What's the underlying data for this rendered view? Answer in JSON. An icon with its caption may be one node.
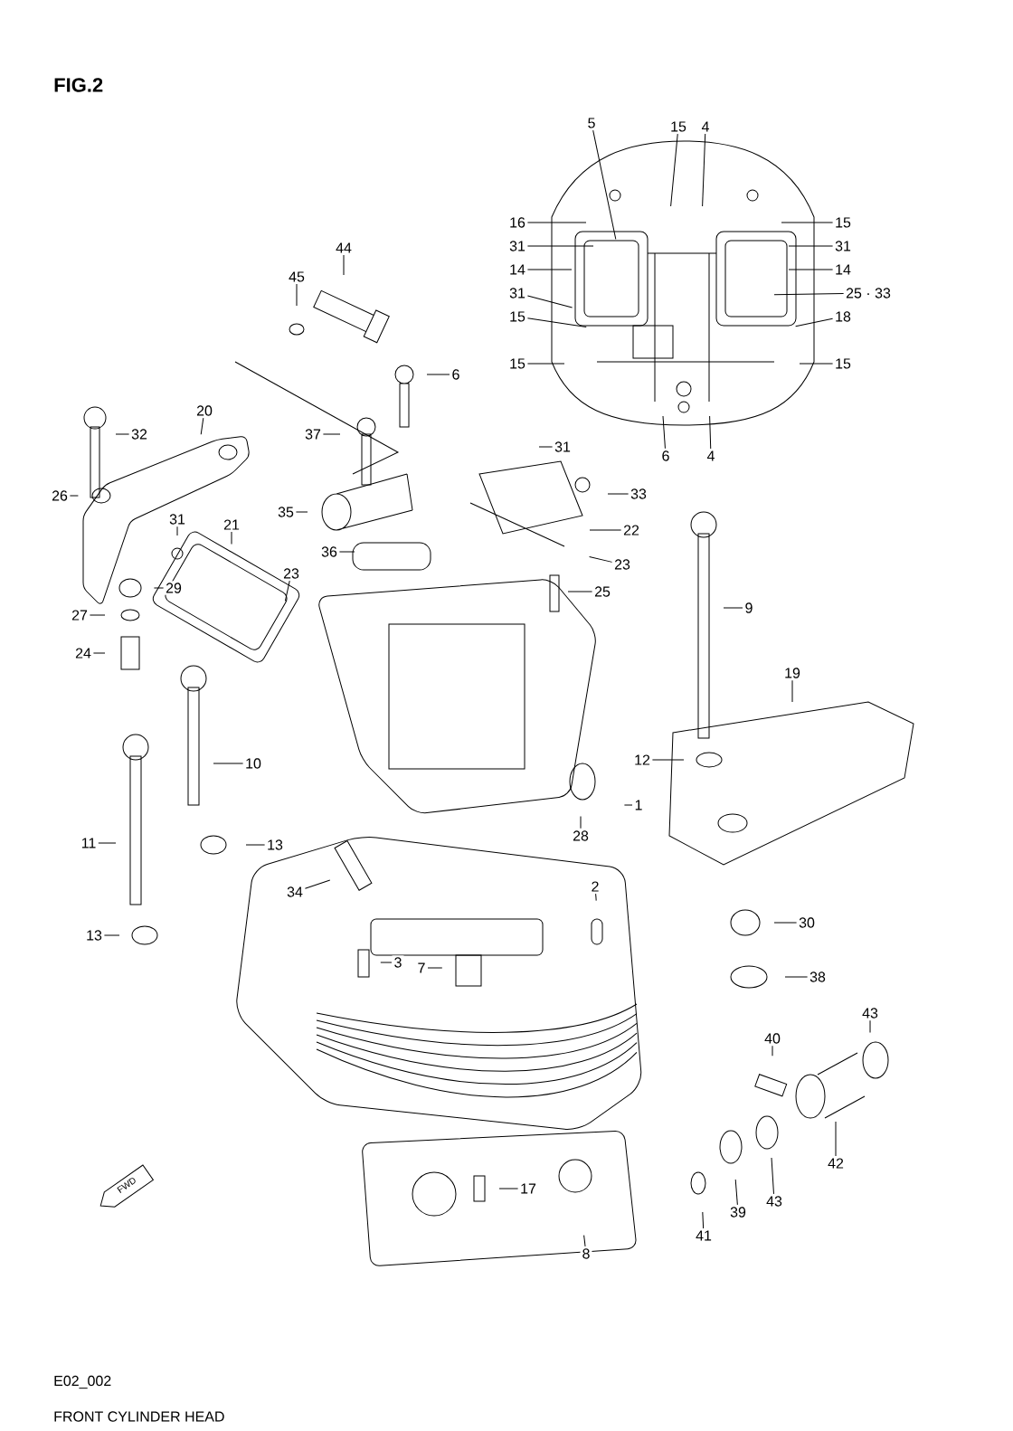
{
  "diagram": {
    "title": "FIG.2",
    "caption": "FRONT CYLINDER HEAD",
    "nodes": [
      {
        "text": [
          "5"
        ]
      },
      {
        "text": [
          "15"
        ]
      },
      {
        "text": [
          "4"
        ]
      },
      {
        "text": [
          "16"
        ]
      },
      {
        "text": [
          "15"
        ]
      },
      {
        "text": [
          "31"
        ]
      },
      {
        "text": [
          "31"
        ]
      },
      {
        "text": [
          "14"
        ]
      },
      {
        "text": [
          "14"
        ]
      },
      {
        "text": [
          "31"
        ]
      },
      {
        "text": [
          "25 · 33"
        ]
      },
      {
        "text": [
          "15"
        ]
      },
      {
        "text": [
          "18"
        ]
      },
      {
        "text": [
          "44"
        ]
      },
      {
        "text": [
          "45"
        ]
      },
      {
        "text": [
          "15"
        ]
      },
      {
        "text": [
          "15"
        ]
      },
      {
        "text": [
          "6"
        ]
      },
      {
        "text": [
          "20"
        ]
      },
      {
        "text": [
          "32"
        ]
      },
      {
        "text": [
          "37"
        ]
      },
      {
        "text": [
          "31"
        ]
      },
      {
        "text": [
          "6"
        ]
      },
      {
        "text": [
          "4"
        ]
      },
      {
        "text": [
          "33"
        ]
      },
      {
        "text": [
          "26"
        ]
      },
      {
        "text": [
          "35"
        ]
      },
      {
        "text": [
          "31"
        ]
      },
      {
        "text": [
          "21"
        ]
      },
      {
        "text": [
          "22"
        ]
      },
      {
        "text": [
          "36"
        ]
      },
      {
        "text": [
          "23"
        ]
      },
      {
        "text": [
          "23"
        ]
      },
      {
        "text": [
          "29"
        ]
      },
      {
        "text": [
          "25"
        ]
      },
      {
        "text": [
          "9"
        ]
      },
      {
        "text": [
          "27"
        ]
      },
      {
        "text": [
          "24"
        ]
      },
      {
        "text": [
          "19"
        ]
      },
      {
        "text": [
          "12"
        ]
      },
      {
        "text": [
          "10"
        ]
      },
      {
        "text": [
          "1"
        ]
      },
      {
        "text": [
          "28"
        ]
      },
      {
        "text": [
          "11"
        ]
      },
      {
        "text": [
          "13"
        ]
      },
      {
        "text": [
          "34"
        ]
      },
      {
        "text": [
          "2"
        ]
      },
      {
        "text": [
          "30"
        ]
      },
      {
        "text": [
          "13"
        ]
      },
      {
        "text": [
          "3"
        ]
      },
      {
        "text": [
          "7"
        ]
      },
      {
        "text": [
          "38"
        ]
      },
      {
        "text": [
          "43"
        ]
      },
      {
        "text": [
          "40"
        ]
      },
      {
        "text": [
          "42"
        ]
      },
      {
        "text": [
          "17"
        ]
      },
      {
        "text": [
          "43"
        ]
      },
      {
        "text": [
          "39"
        ]
      },
      {
        "text": [
          "41"
        ]
      },
      {
        "text": [
          "8"
        ]
      }
    ],
    "edges": [
      {
        "from": 0,
        "to": null,
        "arrow": "none"
      },
      {
        "from": 1,
        "to": null,
        "arrow": "none"
      },
      {
        "from": 2,
        "to": null,
        "arrow": "none"
      },
      {
        "from": 3,
        "to": null,
        "arrow": "none"
      },
      {
        "from": 4,
        "to": null,
        "arrow": "none"
      },
      {
        "from": 5,
        "to": null,
        "arrow": "none"
      },
      {
        "from": 6,
        "to": null,
        "arrow": "none"
      },
      {
        "from": 7,
        "to": null,
        "arrow": "none"
      },
      {
        "from": 8,
        "to": null,
        "arrow": "none"
      },
      {
        "from": 9,
        "to": null,
        "arrow": "none"
      },
      {
        "from": 10,
        "to": null,
        "arrow": "none"
      },
      {
        "from": 11,
        "to": null,
        "arrow": "none"
      },
      {
        "from": 12,
        "to": null,
        "arrow": "none"
      },
      {
        "from": 13,
        "to": null,
        "arrow": "none"
      },
      {
        "from": 14,
        "to": null,
        "arrow": "none"
      },
      {
        "from": 15,
        "to": null,
        "arrow": "none"
      },
      {
        "from": 16,
        "to": null,
        "arrow": "none"
      },
      {
        "from": 17,
        "to": null,
        "arrow": "none"
      },
      {
        "from": 18,
        "to": null,
        "arrow": "none"
      },
      {
        "from": 19,
        "to": null,
        "arrow": "none"
      },
      {
        "from": 20,
        "to": null,
        "arrow": "none"
      },
      {
        "from": 21,
        "to": null,
        "arrow": "none"
      },
      {
        "from": 22,
        "to": null,
        "arrow": "none"
      },
      {
        "from": 23,
        "to": null,
        "arrow": "none"
      },
      {
        "from": 24,
        "to": null,
        "arrow": "none"
      },
      {
        "from": 25,
        "to": null,
        "arrow": "none"
      },
      {
        "from": 26,
        "to": null,
        "arrow": "none"
      },
      {
        "from": 27,
        "to": null,
        "arrow": "none"
      },
      {
        "from": 28,
        "to": null,
        "arrow": "none"
      },
      {
        "from": 29,
        "to": null,
        "arrow": "none"
      },
      {
        "from": 30,
        "to": null,
        "arrow": "none"
      },
      {
        "from": 31,
        "to": null,
        "arrow": "none"
      },
      {
        "from": 32,
        "to": null,
        "arrow": "none"
      },
      {
        "from": 33,
        "to": null,
        "arrow": "none"
      },
      {
        "from": 34,
        "to": null,
        "arrow": "none"
      },
      {
        "from": 35,
        "to": null,
        "arrow": "none"
      },
      {
        "from": 36,
        "to": null,
        "arrow": "none"
      },
      {
        "from": 37,
        "to": null,
        "arrow": "none"
      },
      {
        "from": 38,
        "to": null,
        "arrow": "none"
      },
      {
        "from": 39,
        "to": null,
        "arrow": "none"
      },
      {
        "from": 40,
        "to": null,
        "arrow": "none"
      },
      {
        "from": 41,
        "to": null,
        "arrow": "none"
      },
      {
        "from": 42,
        "to": null,
        "arrow": "none"
      },
      {
        "from": 43,
        "to": null,
        "arrow": "none"
      },
      {
        "from": 44,
        "to": null,
        "arrow": "none"
      },
      {
        "from": 45,
        "to": null,
        "arrow": "none"
      },
      {
        "from": 46,
        "to": null,
        "arrow": "none"
      },
      {
        "from": 47,
        "to": null,
        "arrow": "none"
      },
      {
        "from": 48,
        "to": null,
        "arrow": "none"
      },
      {
        "from": 49,
        "to": null,
        "arrow": "none"
      },
      {
        "from": 50,
        "to": null,
        "arrow": "none"
      },
      {
        "from": 51,
        "to": null,
        "arrow": "none"
      },
      {
        "from": 52,
        "to": null,
        "arrow": "none"
      },
      {
        "from": 53,
        "to": null,
        "arrow": "none"
      },
      {
        "from": 54,
        "to": null,
        "arrow": "none"
      },
      {
        "from": 55,
        "to": null,
        "arrow": "none"
      },
      {
        "from": 56,
        "to": null,
        "arrow": "none"
      },
      {
        "from": 57,
        "to": null,
        "arrow": "none"
      },
      {
        "from": 58,
        "to": null,
        "arrow": "none"
      },
      {
        "from": 59,
        "to": null,
        "arrow": "none"
      }
    ],
    "labels": [
      "FWD",
      "E02_002"
    ]
  }
}
